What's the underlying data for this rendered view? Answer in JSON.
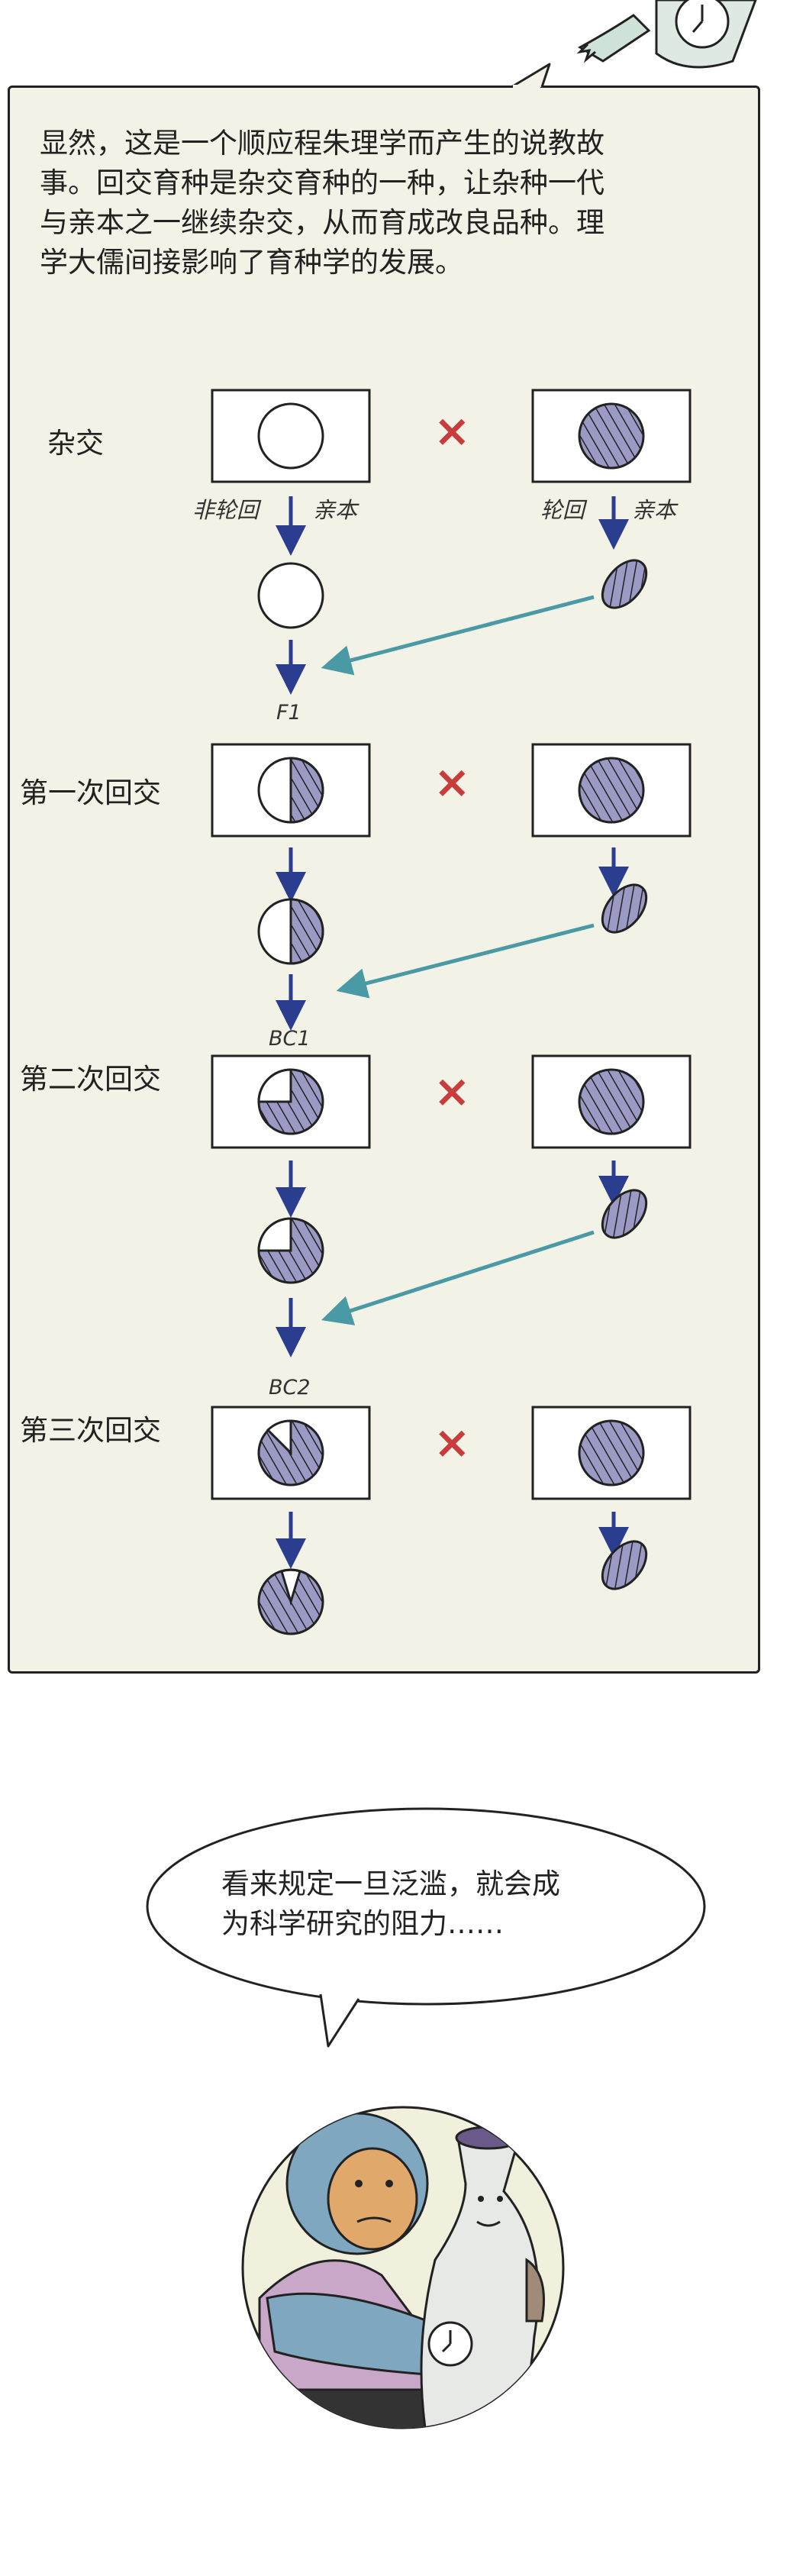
{
  "intro": {
    "line1": "显然，这是一个顺应程朱理学而产生的说教故",
    "line2": "事。回交育种是杂交育种的一种，让杂种一代",
    "line3": "与亲本之一继续杂交，从而育成改良品种。理",
    "line4": "学大儒间接影响了育种学的发展。"
  },
  "diagram": {
    "rows": [
      {
        "label": "杂交"
      },
      {
        "label": "第一次回交"
      },
      {
        "label": "第二次回交"
      },
      {
        "label": "第三次回交"
      }
    ],
    "parent_left_label": "非轮回",
    "parent_left_suffix": "亲本",
    "parent_right_label": "轮回",
    "parent_right_suffix": "亲本",
    "generations": [
      "F1",
      "BC1",
      "BC2"
    ],
    "cross_symbol": "×",
    "colors": {
      "arrow_blue": "#2a3d8f",
      "arrow_teal": "#4a9aa6",
      "cross_red": "#c83c3c",
      "hatch_fill": "#9a9ac4",
      "panel_bg": "#f2f2e6"
    }
  },
  "bubble": {
    "line1": "看来规定一旦泛滥，就会成",
    "line2": "为科学研究的阻力……"
  }
}
